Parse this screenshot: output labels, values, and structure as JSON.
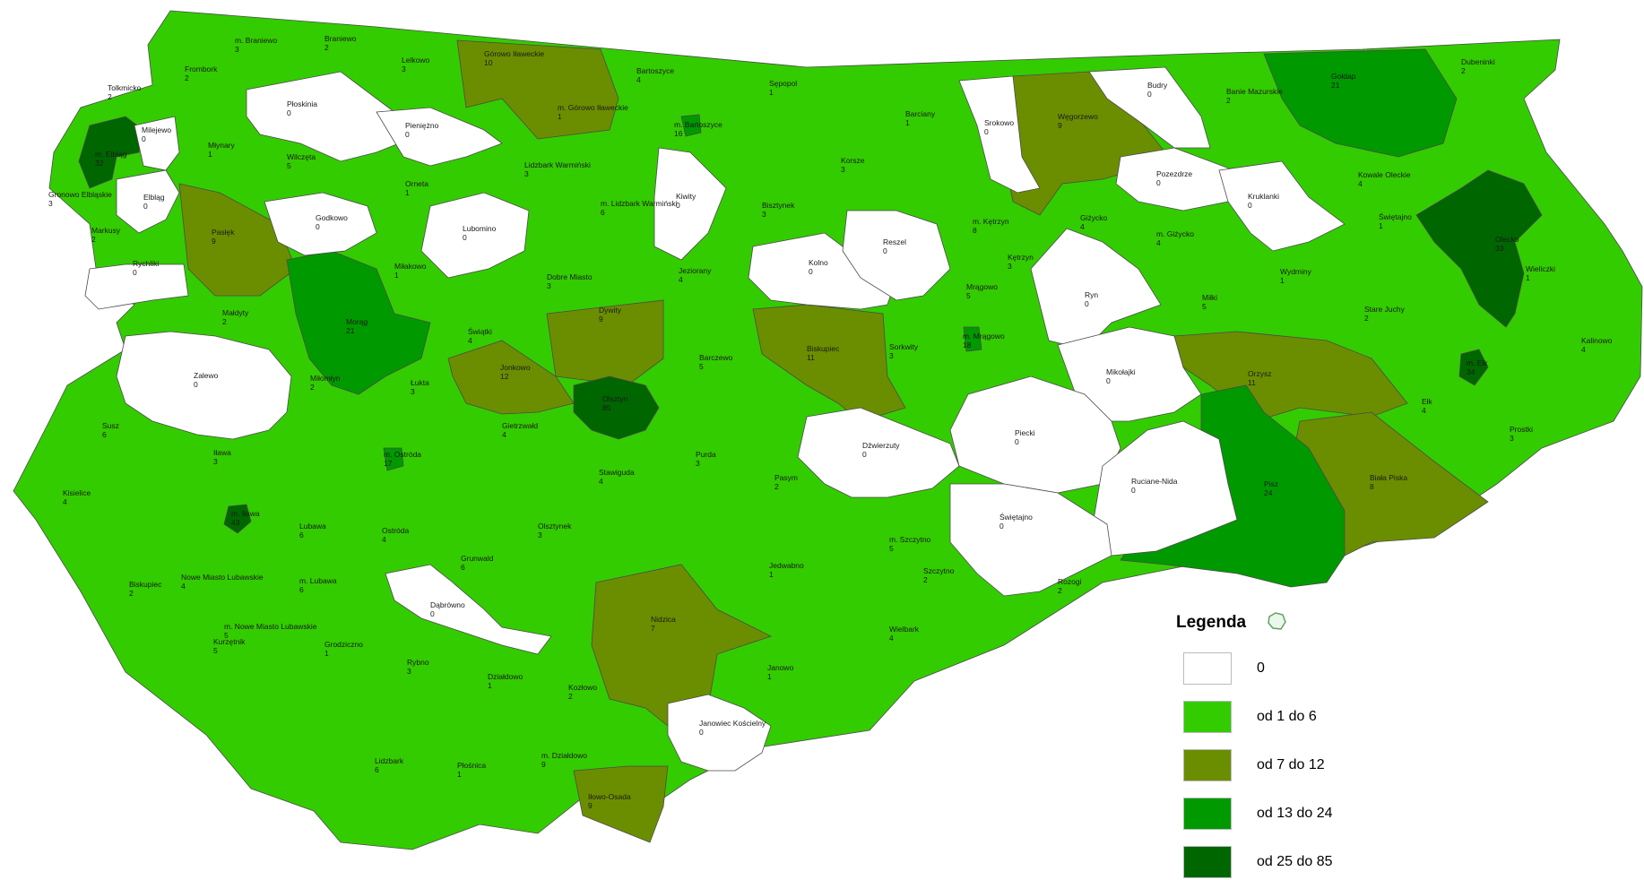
{
  "legend": {
    "title": "Legenda",
    "classes": [
      {
        "label": "0",
        "color": "#ffffff"
      },
      {
        "label": "od 1 do 6",
        "color": "#33cc00"
      },
      {
        "label": "od 7 do 12",
        "color": "#6b8e00"
      },
      {
        "label": "od 13 do 24",
        "color": "#009900"
      },
      {
        "label": "od 25 do 85",
        "color": "#006600"
      }
    ]
  },
  "units": [
    {
      "name": "m. Braniewo",
      "value": "3"
    },
    {
      "name": "Braniewo",
      "value": "2"
    },
    {
      "name": "Frombork",
      "value": "2"
    },
    {
      "name": "Tolkmicko",
      "value": "2"
    },
    {
      "name": "Lelkowo",
      "value": "3"
    },
    {
      "name": "Górowo Iławeckie",
      "value": "10"
    },
    {
      "name": "Bartoszyce",
      "value": "4"
    },
    {
      "name": "Sępopol",
      "value": "1"
    },
    {
      "name": "Barciany",
      "value": "1"
    },
    {
      "name": "Srokowo",
      "value": "0"
    },
    {
      "name": "Węgorzewo",
      "value": "9"
    },
    {
      "name": "Budry",
      "value": "0"
    },
    {
      "name": "Banie Mazurskie",
      "value": "2"
    },
    {
      "name": "Gołdap",
      "value": "21"
    },
    {
      "name": "Dubeninki",
      "value": "2"
    },
    {
      "name": "m. Elbląg",
      "value": "32"
    },
    {
      "name": "Milejewo",
      "value": "0"
    },
    {
      "name": "Płoskinia",
      "value": "0"
    },
    {
      "name": "Pieniężno",
      "value": "0"
    },
    {
      "name": "m. Górowo Iławeckie",
      "value": "1"
    },
    {
      "name": "m. Bartoszyce",
      "value": "16"
    },
    {
      "name": "Młynary",
      "value": "1"
    },
    {
      "name": "Wilczęta",
      "value": "5"
    },
    {
      "name": "Orneta",
      "value": "1"
    },
    {
      "name": "Lidzbark Warmiński",
      "value": "3"
    },
    {
      "name": "Korsze",
      "value": "3"
    },
    {
      "name": "Pozezdrze",
      "value": "0"
    },
    {
      "name": "Kowale Oleckie",
      "value": "4"
    },
    {
      "name": "Gronowo Elbląskie",
      "value": "3"
    },
    {
      "name": "Elbląg",
      "value": "0"
    },
    {
      "name": "Godkowo",
      "value": "0"
    },
    {
      "name": "m. Lidzbark Warmiński",
      "value": "6"
    },
    {
      "name": "Kiwity",
      "value": "0"
    },
    {
      "name": "Bisztynek",
      "value": "3"
    },
    {
      "name": "Kruklanki",
      "value": "0"
    },
    {
      "name": "Olecko",
      "value": "33"
    },
    {
      "name": "Markusy",
      "value": "2"
    },
    {
      "name": "Pasłęk",
      "value": "9"
    },
    {
      "name": "Lubomino",
      "value": "0"
    },
    {
      "name": "Reszel",
      "value": "0"
    },
    {
      "name": "m. Kętrzyn",
      "value": "8"
    },
    {
      "name": "Giżycko",
      "value": "4"
    },
    {
      "name": "m. Giżycko",
      "value": "4"
    },
    {
      "name": "Świętajno",
      "value": "1"
    },
    {
      "name": "Rychliki",
      "value": "0"
    },
    {
      "name": "Miłakowo",
      "value": "1"
    },
    {
      "name": "Kolno",
      "value": "0"
    },
    {
      "name": "Kętrzyn",
      "value": "3"
    },
    {
      "name": "Wydminy",
      "value": "1"
    },
    {
      "name": "Wieliczki",
      "value": "1"
    },
    {
      "name": "Dobre Miasto",
      "value": "3"
    },
    {
      "name": "Jeziorany",
      "value": "4"
    },
    {
      "name": "Ryn",
      "value": "0"
    },
    {
      "name": "Miłki",
      "value": "5"
    },
    {
      "name": "Stare Juchy",
      "value": "2"
    },
    {
      "name": "Małdyty",
      "value": "2"
    },
    {
      "name": "Morąg",
      "value": "21"
    },
    {
      "name": "Świątki",
      "value": "4"
    },
    {
      "name": "Dywity",
      "value": "9"
    },
    {
      "name": "Mrągowo",
      "value": "5"
    },
    {
      "name": "Kalinowo",
      "value": "4"
    },
    {
      "name": "Jonkowo",
      "value": "12"
    },
    {
      "name": "Barczewo",
      "value": "5"
    },
    {
      "name": "Biskupiec",
      "value": "11"
    },
    {
      "name": "Sorkwity",
      "value": "3"
    },
    {
      "name": "m. Mrągowo",
      "value": "18"
    },
    {
      "name": "Mikołajki",
      "value": "0"
    },
    {
      "name": "Orzysz",
      "value": "11"
    },
    {
      "name": "m. Ełk",
      "value": "34"
    },
    {
      "name": "Zalewo",
      "value": "0"
    },
    {
      "name": "Łukta",
      "value": "3"
    },
    {
      "name": "Olsztyn",
      "value": "85"
    },
    {
      "name": "Miłomłyn",
      "value": "2"
    },
    {
      "name": "Ełk",
      "value": "4"
    },
    {
      "name": "Susz",
      "value": "6"
    },
    {
      "name": "Gietrzwałd",
      "value": "4"
    },
    {
      "name": "Dźwierzuty",
      "value": "0"
    },
    {
      "name": "Piecki",
      "value": "0"
    },
    {
      "name": "Prostki",
      "value": "3"
    },
    {
      "name": "Iława",
      "value": "3"
    },
    {
      "name": "m. Ostróda",
      "value": "17"
    },
    {
      "name": "Purda",
      "value": "3"
    },
    {
      "name": "Stawiguda",
      "value": "4"
    },
    {
      "name": "Ruciane-Nida",
      "value": "0"
    },
    {
      "name": "Biała Piska",
      "value": "8"
    },
    {
      "name": "Kisielice",
      "value": "4"
    },
    {
      "name": "m. Iława",
      "value": "43"
    },
    {
      "name": "Pasym",
      "value": "2"
    },
    {
      "name": "Pisz",
      "value": "24"
    },
    {
      "name": "Lubawa",
      "value": "6"
    },
    {
      "name": "Ostróda",
      "value": "4"
    },
    {
      "name": "Olsztynek",
      "value": "3"
    },
    {
      "name": "Świętajno",
      "value": "0"
    },
    {
      "name": "m. Szczytno",
      "value": "5"
    },
    {
      "name": "Grunwald",
      "value": "6"
    },
    {
      "name": "Jedwabno",
      "value": "1"
    },
    {
      "name": "Szczytno",
      "value": "2"
    },
    {
      "name": "Biskupiec",
      "value": "2"
    },
    {
      "name": "Nowe Miasto Lubawskie",
      "value": "4"
    },
    {
      "name": "m. Lubawa",
      "value": "6"
    },
    {
      "name": "Rozogi",
      "value": "2"
    },
    {
      "name": "Dąbrówno",
      "value": "0"
    },
    {
      "name": "Nidzica",
      "value": "7"
    },
    {
      "name": "m. Nowe Miasto Lubawskie",
      "value": "5"
    },
    {
      "name": "Wielbark",
      "value": "4"
    },
    {
      "name": "Kurzętnik",
      "value": "5"
    },
    {
      "name": "Grodziczno",
      "value": "1"
    },
    {
      "name": "Rybno",
      "value": "3"
    },
    {
      "name": "Janowo",
      "value": "1"
    },
    {
      "name": "Działdowo",
      "value": "1"
    },
    {
      "name": "Kozłowo",
      "value": "2"
    },
    {
      "name": "Janowiec Kościelny",
      "value": "0"
    },
    {
      "name": "Lidzbark",
      "value": "6"
    },
    {
      "name": "Płośnica",
      "value": "1"
    },
    {
      "name": "m. Działdowo",
      "value": "9"
    },
    {
      "name": "Iłowo-Osada",
      "value": "9"
    }
  ]
}
